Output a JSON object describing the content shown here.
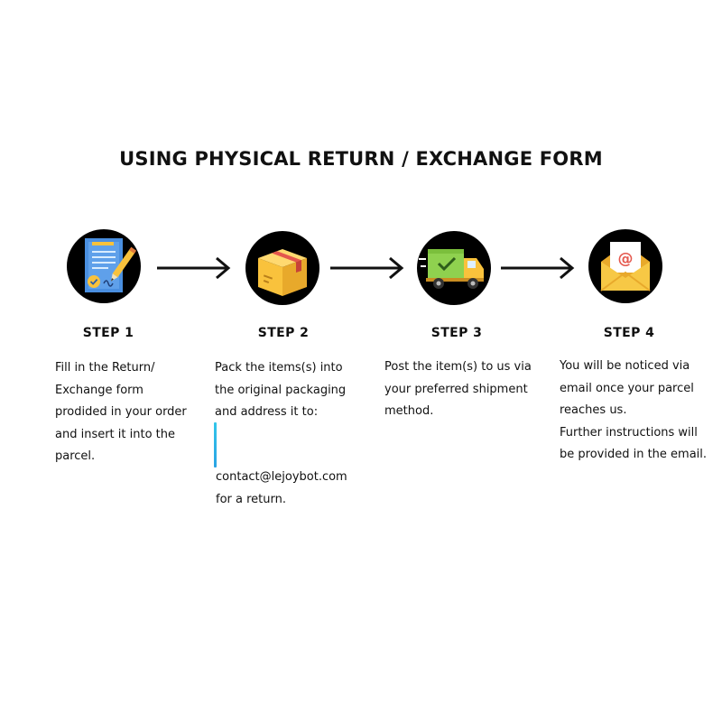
{
  "title": "USING PHYSICAL RETURN / EXCHANGE FORM",
  "colors": {
    "circle_bg": "#000000",
    "arrow": "#111111",
    "form_blue": "#4a8fe0",
    "box_yellow": "#f9c23c",
    "truck_green": "#8fd14f",
    "envelope_yellow": "#f7c845",
    "email_red": "#e4574d",
    "cursor_blue": "#33c6ea"
  },
  "steps": [
    {
      "label": "STEP 1",
      "icon": "form-pen-icon",
      "lines": [
        "Fill in the Return/",
        "Exchange form",
        "prodided in your order",
        "and insert it into the",
        "parcel."
      ]
    },
    {
      "label": "STEP 2",
      "icon": "package-box-icon",
      "lines": [
        "Pack the items(s) into",
        "the original packaging",
        "and address it to:"
      ],
      "email": "contact@lejoybot.com",
      "after": "for a return."
    },
    {
      "label": "STEP 3",
      "icon": "delivery-truck-icon",
      "lines": [
        "Post the item(s) to us via",
        "your preferred shipment",
        "method."
      ]
    },
    {
      "label": "STEP 4",
      "icon": "email-envelope-icon",
      "lines": [
        "You will be noticed via",
        "email once your parcel",
        "reaches us.",
        "Further instructions will",
        "be provided in the email."
      ]
    }
  ]
}
